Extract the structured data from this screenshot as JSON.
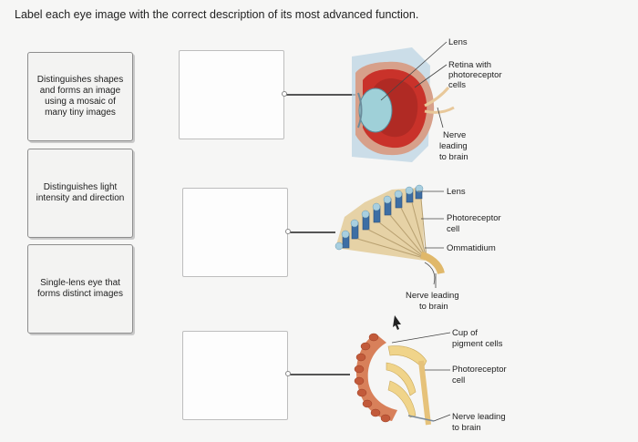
{
  "instruction": "Label each eye image with the correct description of its most advanced function.",
  "choices": [
    {
      "text": "Distinguishes shapes and forms an image using a mosaic of many tiny images"
    },
    {
      "text": "Distinguishes light intensity and direction"
    },
    {
      "text": "Single-lens eye that forms distinct images"
    }
  ],
  "eye1_labels": {
    "lens": "Lens",
    "retina_1": "Retina with",
    "retina_2": "photoreceptor",
    "retina_3": "cells",
    "nerve_1": "Nerve",
    "nerve_2": "leading",
    "nerve_3": "to brain"
  },
  "eye2_labels": {
    "lens": "Lens",
    "photo_1": "Photoreceptor",
    "photo_2": "cell",
    "ommatidium": "Ommatidium",
    "nerve_1": "Nerve leading",
    "nerve_2": "to brain"
  },
  "eye3_labels": {
    "cup_1": "Cup of",
    "cup_2": "pigment cells",
    "photo_1": "Photoreceptor",
    "photo_2": "cell",
    "nerve_1": "Nerve leading",
    "nerve_2": "to brain"
  }
}
